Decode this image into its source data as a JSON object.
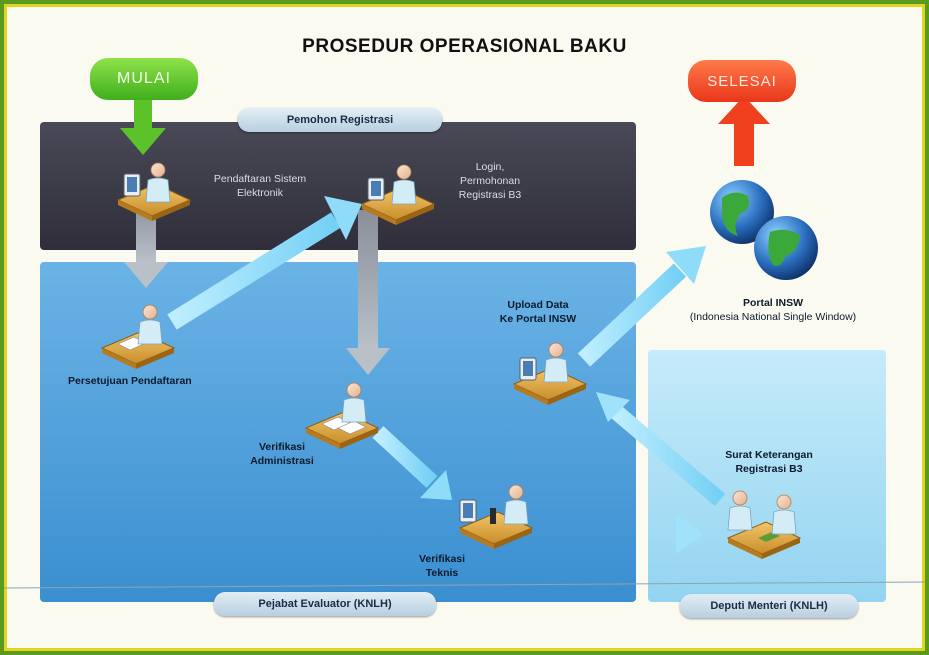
{
  "title": "PROSEDUR OPERASIONAL BAKU",
  "start_label": "MULAI",
  "end_label": "SELESAI",
  "lanes": {
    "applicant": "Pemohon Registrasi",
    "evaluator": "Pejabat Evaluator (KNLH)",
    "deputy": "Deputi Menteri (KNLH)"
  },
  "steps": {
    "system_registration": "Pendaftaran Sistem Elektronik",
    "login_line1": "Login,",
    "login_line2": "Permohonan",
    "login_line3": "Registrasi B3",
    "registration_approval": "Persetujuan Pendaftaran",
    "admin_verif_line1": "Verifikasi",
    "admin_verif_line2": "Administrasi",
    "tech_verif_line1": "Verifikasi",
    "tech_verif_line2": "Teknis",
    "upload_line1": "Upload Data",
    "upload_line2": "Ke Portal INSW",
    "letter_line1": "Surat Keterangan",
    "letter_line2": "Registrasi B3",
    "portal_line1": "Portal INSW",
    "portal_line2": "(Indonesia National Single Window)"
  },
  "colors": {
    "applicant_lane": "#3d3c4a",
    "evaluator_lane": "#4ea0dc",
    "deputy_lane": "#a9ddf4",
    "flow_arrow": "#7fd4f4",
    "start": "#4cbc22",
    "end": "#f0401e"
  }
}
